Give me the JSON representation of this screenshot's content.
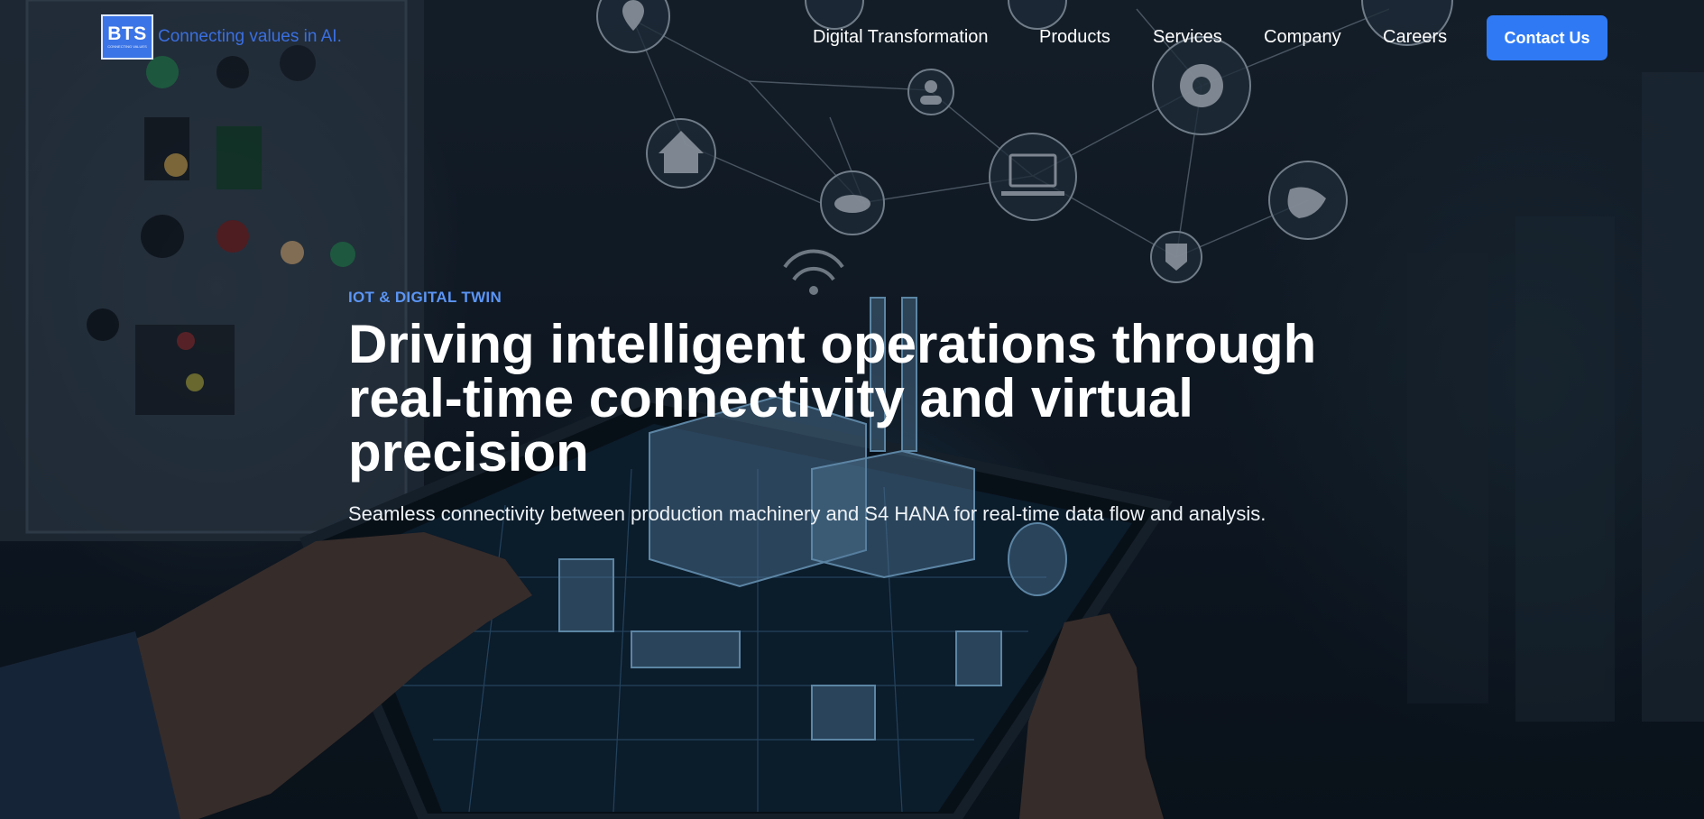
{
  "header": {
    "logo_text": "BTS",
    "logo_subtext": "CONNECTING VALUES",
    "tagline": "Connecting values in AI.",
    "nav": [
      {
        "label": "Digital Transformation"
      },
      {
        "label": "Products"
      },
      {
        "label": "Services"
      },
      {
        "label": "Company"
      },
      {
        "label": "Careers"
      }
    ],
    "cta_label": "Contact Us"
  },
  "hero": {
    "eyebrow": "IOT & DIGITAL TWIN",
    "headline": "Driving intelligent operations through real-time connectivity and virtual precision",
    "subtext": "Seamless connectivity between production machinery and S4 HANA for real-time data flow and analysis.",
    "background_icons": [
      "map-pin-icon",
      "user-icon",
      "home-icon",
      "cloud-icon",
      "laptop-icon",
      "gear-icon",
      "shield-icon",
      "plug-icon",
      "wifi-icon"
    ]
  },
  "colors": {
    "accent": "#2f7af4",
    "eyebrow": "#5b95f5",
    "tagline": "#3a6fe0",
    "background": "#0d1620"
  }
}
